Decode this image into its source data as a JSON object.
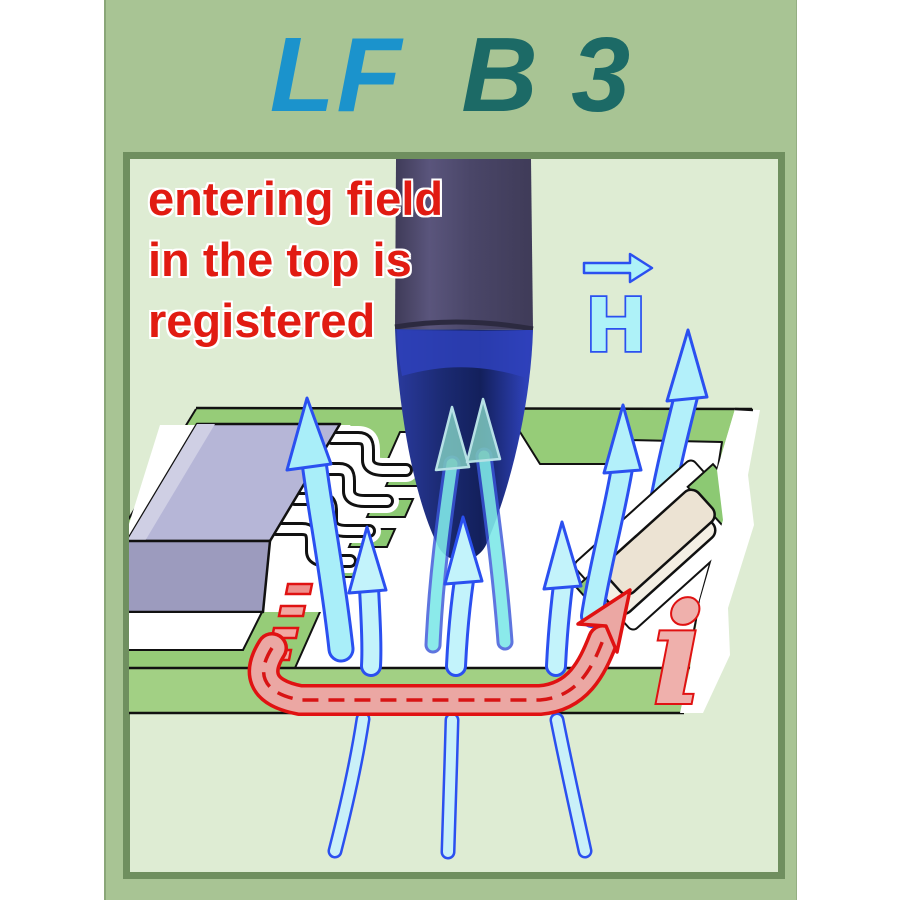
{
  "title": {
    "part1": "LF",
    "part2": "B 3"
  },
  "caption": {
    "line1": "entering field",
    "line2": "in the top is",
    "line3": "registered"
  },
  "labels": {
    "magnetic_field": "H",
    "current": "i"
  },
  "scene_description": {
    "probe": "magnetic near-field probe tip pointing down at PCB",
    "field_arrows": "cyan arrows of magnetic field rising through the board around the probe tip",
    "current_loop": "red arrow of current flowing along the board edge",
    "components": [
      "IC chip with gull-wing pins",
      "SMD chip component"
    ]
  },
  "colors": {
    "poster_background": "#a8c494",
    "panel_background": "#deecd3",
    "panel_border": "#6f8f5f",
    "title_blue": "#1b93cc",
    "title_teal": "#1c6a66",
    "caption_red": "#e11b12",
    "board_green": "#96cc78",
    "field_arrow_fill": "#b3f0fa",
    "field_arrow_stroke": "#2b50f0",
    "current_red": "#e01212",
    "current_fill": "#eba7a3",
    "probe_barrel": "#4a4668",
    "probe_tip_blue": "#1d2a6e",
    "ic_body": "#b6b6d7",
    "component_beige": "#ece3d3"
  }
}
